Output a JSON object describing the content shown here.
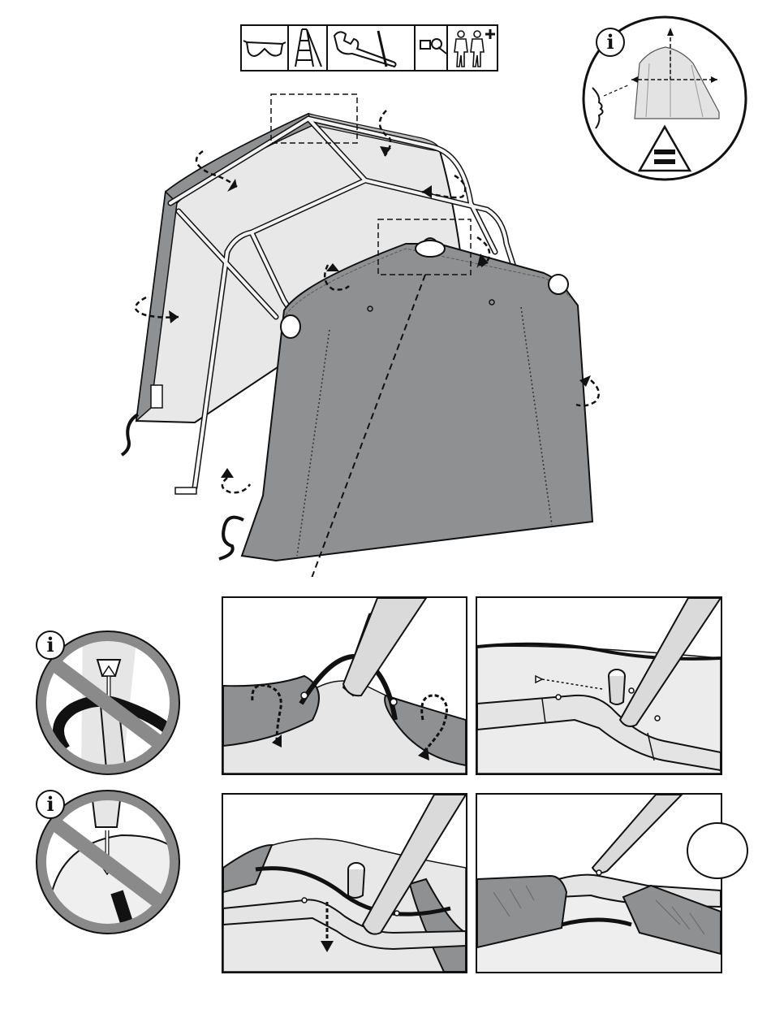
{
  "page": {
    "info_glyph": "i",
    "colors": {
      "line": "#111111",
      "cover_dark": "#8e9092",
      "cover_light": "#e8e8e8",
      "frame_pipe": "#f4f4f4",
      "prohibition": "#8a8a8a"
    }
  },
  "toolbar": {
    "tools": [
      {
        "name": "safety-glasses-icon"
      },
      {
        "name": "step-ladder-icon"
      },
      {
        "name": "adjustable-wrench-icon"
      },
      {
        "name": "ratchet-wrench-icon"
      },
      {
        "name": "two-persons-plus-icon"
      }
    ]
  },
  "info_boxes": [
    {
      "glyph": "i",
      "topic": "eye-level-measure"
    },
    {
      "glyph": "i",
      "topic": "do-not-pinch-cord"
    },
    {
      "glyph": "i",
      "topic": "do-not-force-pipe"
    }
  ],
  "detail_panels": [
    {
      "name": "detail-wrap-cover"
    },
    {
      "name": "detail-bolt-pipe"
    },
    {
      "name": "detail-insert-cord"
    },
    {
      "name": "detail-finished-seam"
    }
  ]
}
